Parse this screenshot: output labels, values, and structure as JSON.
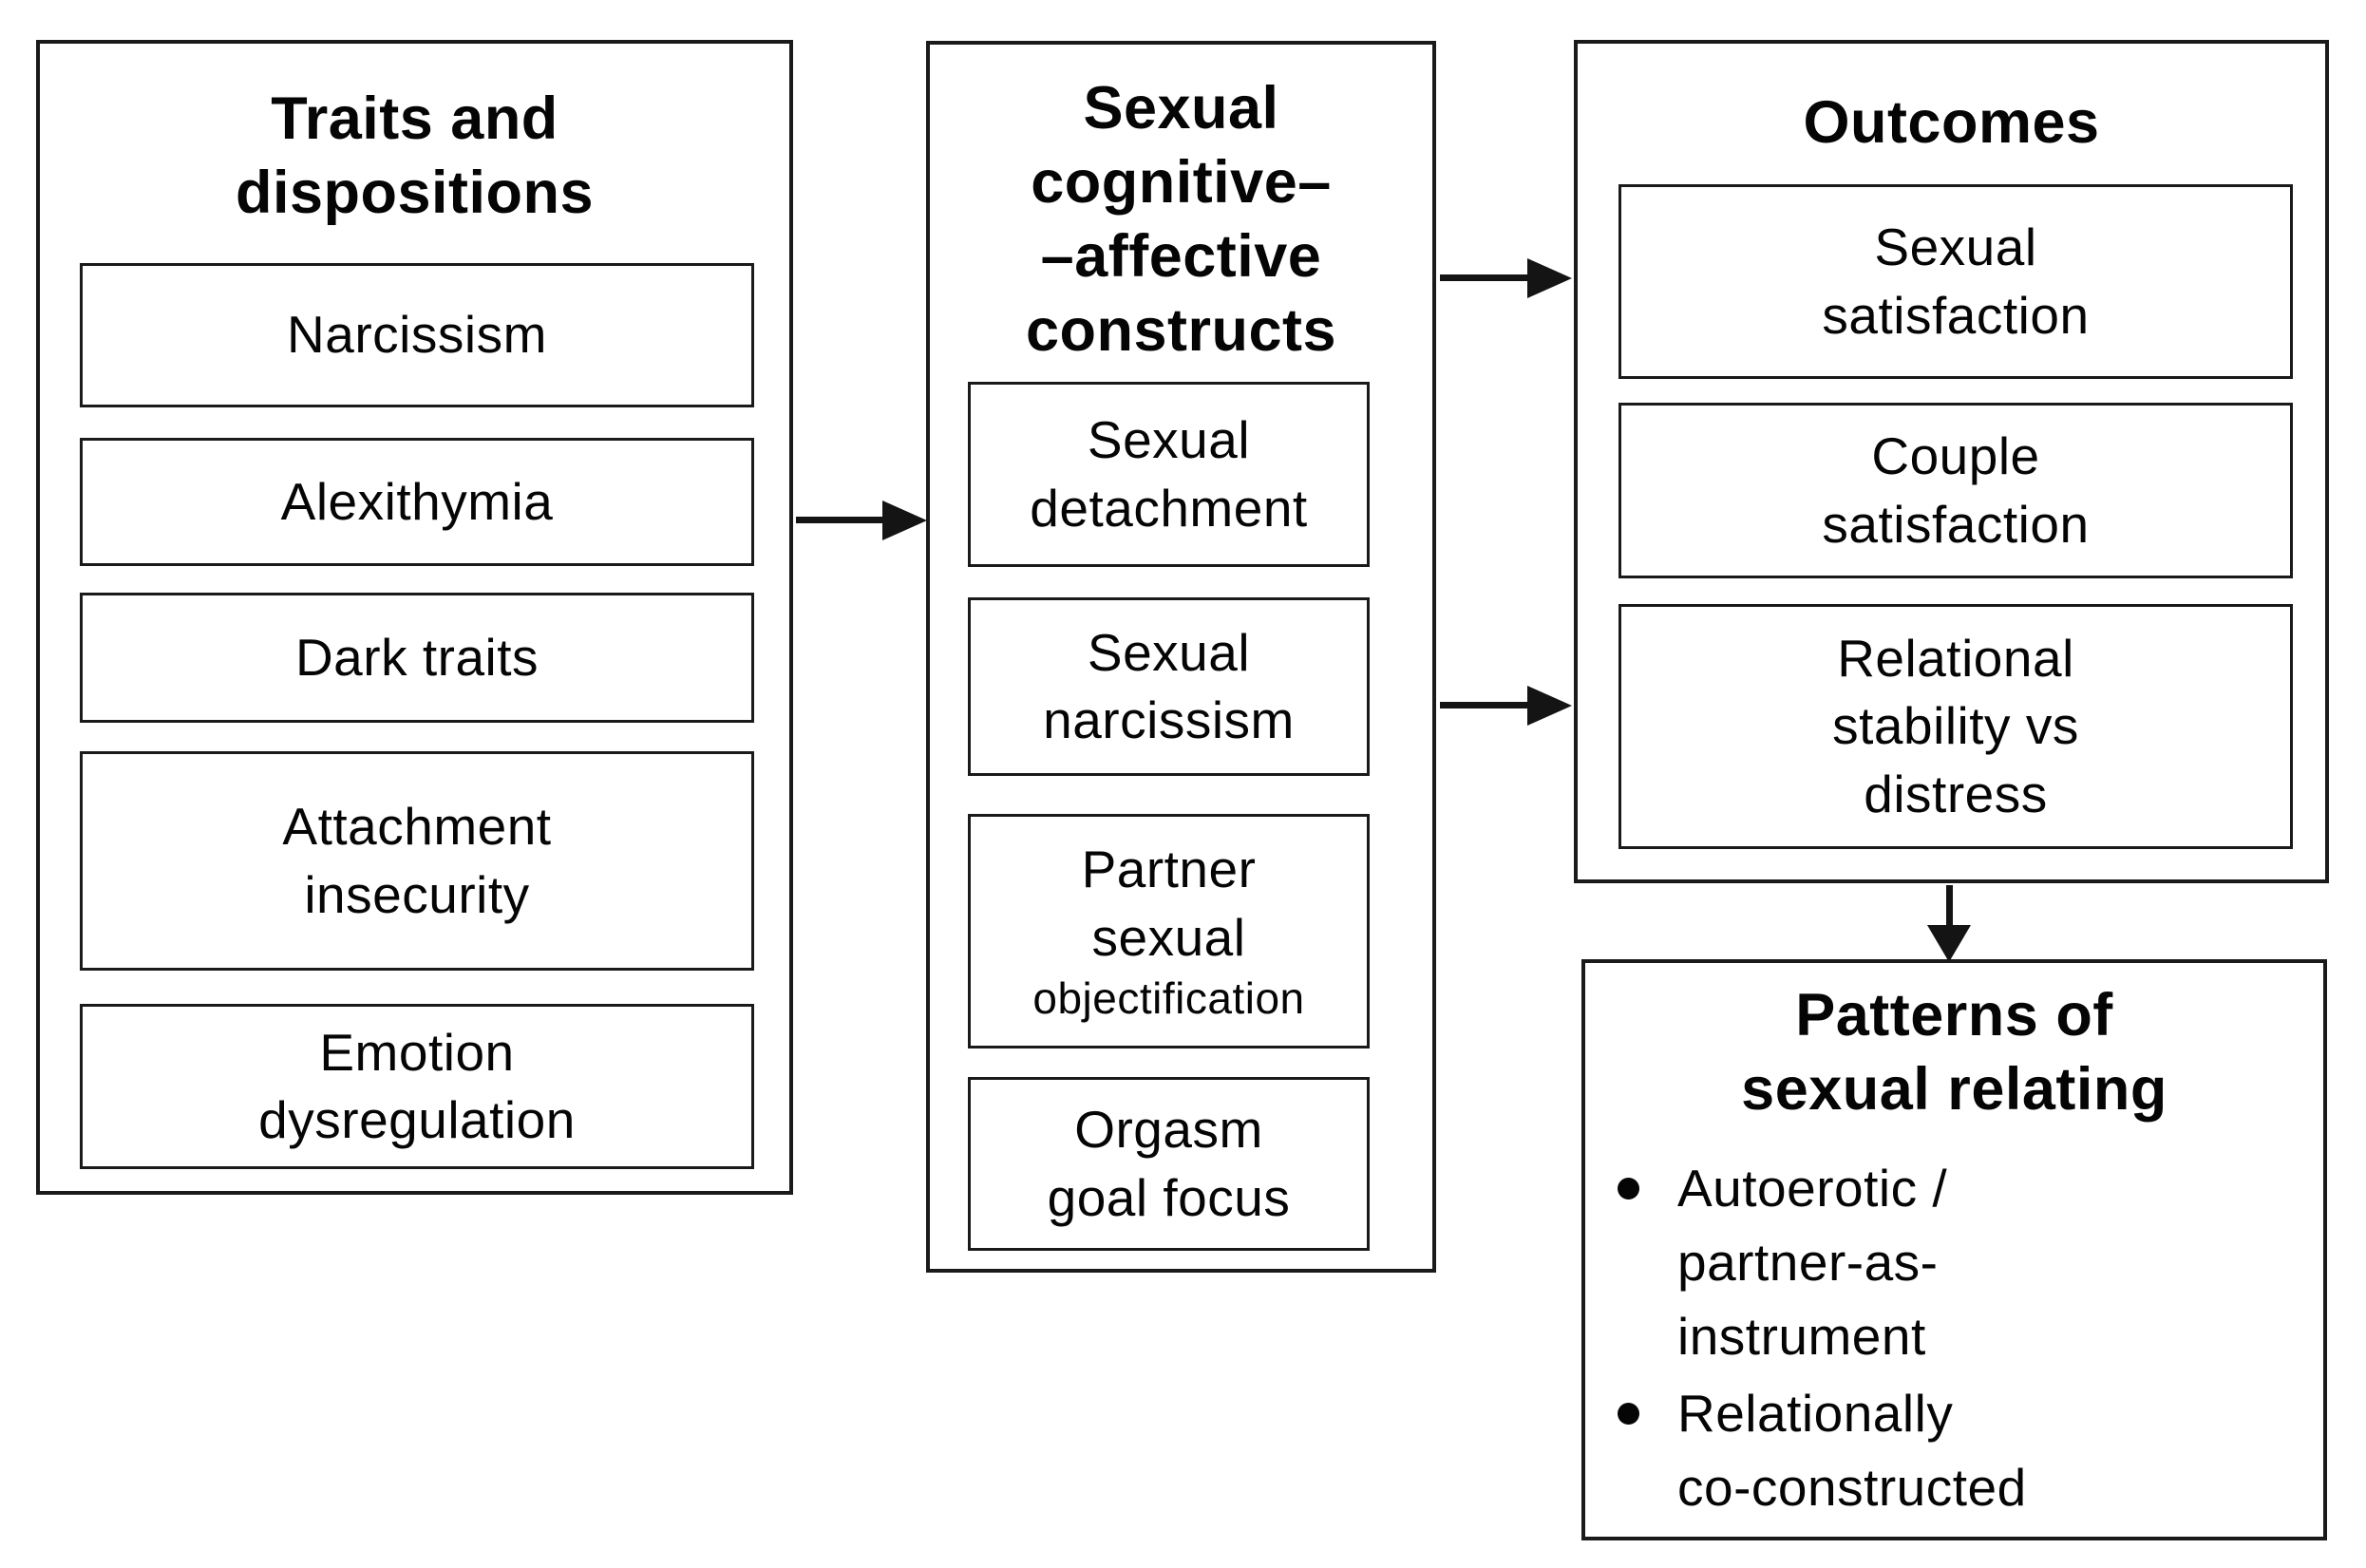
{
  "colors": {
    "border": "#1a1a1a",
    "text": "#050505",
    "arrow": "#141414",
    "background": "#ffffff"
  },
  "traits_panel": {
    "title": "Traits and dispositions",
    "title_lines": [
      "Traits and",
      "dispositions"
    ],
    "boxes": [
      {
        "label": "Narcissism",
        "lines": [
          "Narcissism"
        ]
      },
      {
        "label": "Alexithymia",
        "lines": [
          "Alexithymia"
        ]
      },
      {
        "label": "Dark traits",
        "lines": [
          "Dark traits"
        ]
      },
      {
        "label": "Attachment insecurity",
        "lines": [
          "Attachment",
          "insecurity"
        ]
      },
      {
        "label": "Emotion dysregulation",
        "lines": [
          "Emotion",
          "dysregulation"
        ]
      }
    ]
  },
  "constructs_panel": {
    "title": "Sexual cognitive––affective constructs",
    "title_lines": [
      "Sexual",
      "cognitive–",
      "–affective",
      "constructs"
    ],
    "boxes": [
      {
        "label": "Sexual detachment",
        "lines": [
          "Sexual",
          "detachment"
        ]
      },
      {
        "label": "Sexual narcissism",
        "lines": [
          "Sexual",
          "narcissism"
        ]
      },
      {
        "label": "Partner sexual objectification",
        "lines": [
          "Partner",
          "sexual"
        ],
        "small_line": "objectification"
      },
      {
        "label": "Orgasm goal focus",
        "lines": [
          "Orgasm",
          "goal focus"
        ]
      }
    ]
  },
  "outcomes_panel": {
    "title": "Outcomes",
    "boxes": [
      {
        "label": "Sexual satisfaction",
        "lines": [
          "Sexual",
          "satisfaction"
        ]
      },
      {
        "label": "Couple satisfaction",
        "lines": [
          "Couple",
          "satisfaction"
        ]
      },
      {
        "label": "Relational stability vs distress",
        "lines": [
          "Relational",
          "stability vs",
          "distress"
        ]
      }
    ]
  },
  "patterns_box": {
    "title": "Patterns of sexual relating",
    "title_lines": [
      "Patterns of",
      "sexual relating"
    ],
    "bullets": [
      {
        "label": "Autoerotic / partner-as-instrument",
        "lines": [
          "Autoerotic /",
          "partner-as-",
          "instrument"
        ]
      },
      {
        "label": "Relationally co-constructed",
        "lines": [
          "Relationally",
          "co-constructed"
        ]
      }
    ]
  },
  "arrows": [
    {
      "name": "traits-to-constructs",
      "direction": "right"
    },
    {
      "name": "constructs-to-outcomes-top",
      "direction": "right"
    },
    {
      "name": "constructs-to-outcomes-relational",
      "direction": "right"
    },
    {
      "name": "outcomes-to-patterns",
      "direction": "down"
    }
  ]
}
